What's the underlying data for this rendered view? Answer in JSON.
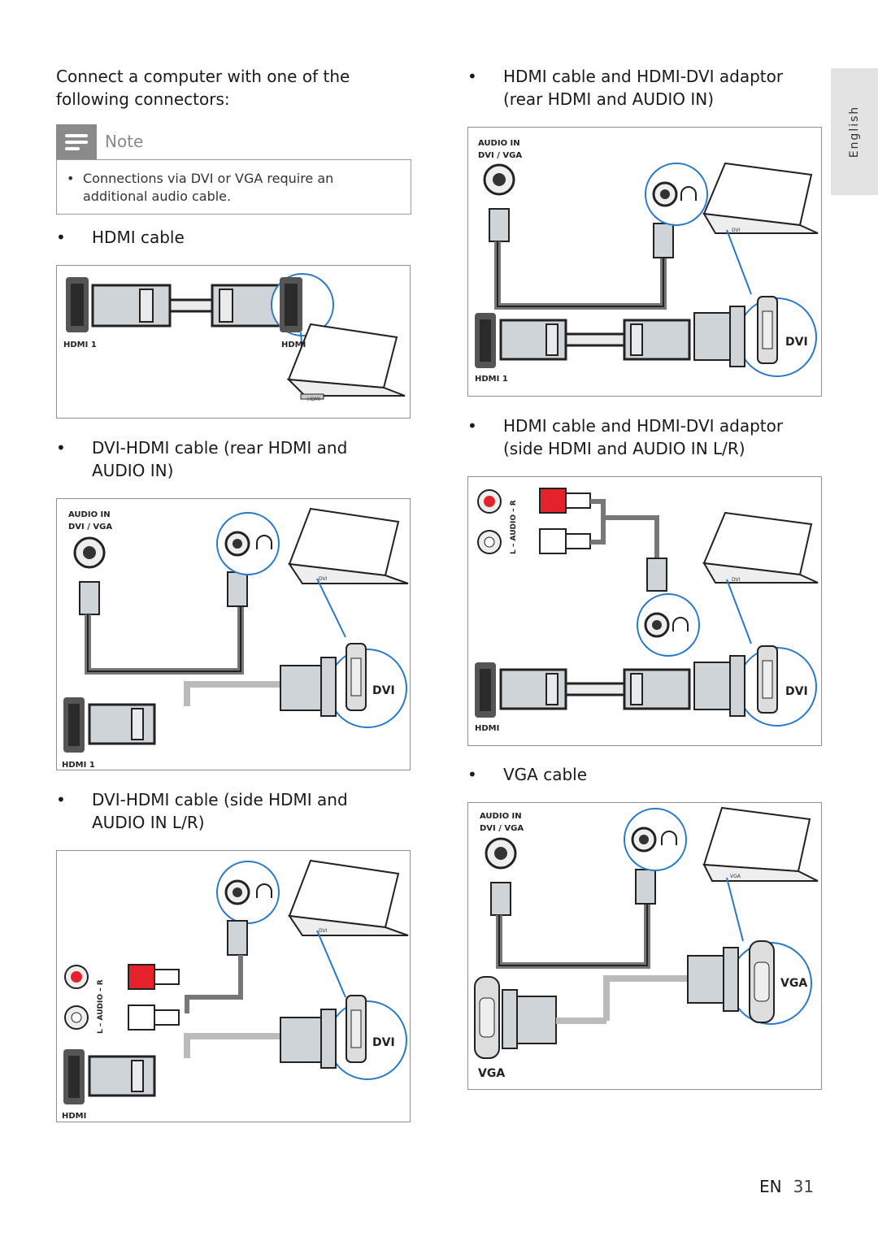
{
  "intro": "Connect a computer with one of the following connectors:",
  "note": {
    "title": "Note",
    "bullet": "•",
    "text": "Connections via DVI or VGA require an additional audio cable."
  },
  "sections": [
    {
      "bullet": "•",
      "title": "HDMI cable"
    },
    {
      "bullet": "•",
      "title": "DVI-HDMI cable (rear HDMI and AUDIO IN)"
    },
    {
      "bullet": "•",
      "title": "DVI-HDMI cable (side HDMI and AUDIO IN L/R)"
    },
    {
      "bullet": "•",
      "title": "HDMI cable and HDMI-DVI adaptor (rear HDMI and AUDIO IN)"
    },
    {
      "bullet": "•",
      "title": "HDMI cable and HDMI-DVI adaptor (side HDMI and AUDIO IN L/R)"
    },
    {
      "bullet": "•",
      "title": "VGA cable"
    }
  ],
  "labels": {
    "hdmi1": "HDMI 1",
    "hdmi": "HDMI",
    "audio_in": "AUDIO IN",
    "dvi_vga": "DVI / VGA",
    "dvi": "DVI",
    "vga": "VGA",
    "audio_lr": "L – AUDIO – R",
    "laptop_port_hdmi": "HDMI",
    "laptop_port_dvi": "DVI",
    "laptop_port_vga": "VGA"
  },
  "colors": {
    "accent_blue": "#2a78c8",
    "cable_gray": "#cfd4d8",
    "red": "#e3222b"
  },
  "side_tab": "English",
  "footer": {
    "lang": "EN",
    "page": "31"
  }
}
